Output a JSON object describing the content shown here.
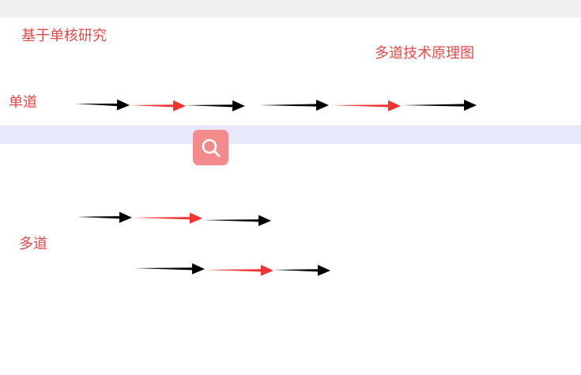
{
  "labels": {
    "study": "基于单核研究",
    "title": "多道技术原理图",
    "single": "单道",
    "multi": "多道"
  },
  "colors": {
    "label": "#e04a4a",
    "cpu_segment": "#ee3333",
    "io_segment": "#000000",
    "highlight_band": "#e8e8fb",
    "search_button": "#f28b8b"
  },
  "icons": {
    "search_button": "search-icon"
  },
  "diagram": {
    "rows": [
      {
        "id": "single",
        "arrows": [
          {
            "color": "io_segment"
          },
          {
            "color": "cpu_segment"
          },
          {
            "color": "io_segment"
          },
          {
            "color": "io_segment"
          },
          {
            "color": "cpu_segment"
          },
          {
            "color": "io_segment"
          }
        ]
      },
      {
        "id": "multi-1",
        "arrows": [
          {
            "color": "io_segment"
          },
          {
            "color": "cpu_segment"
          },
          {
            "color": "io_segment"
          }
        ]
      },
      {
        "id": "multi-2",
        "arrows": [
          {
            "color": "io_segment"
          },
          {
            "color": "cpu_segment"
          },
          {
            "color": "io_segment"
          }
        ]
      }
    ]
  }
}
